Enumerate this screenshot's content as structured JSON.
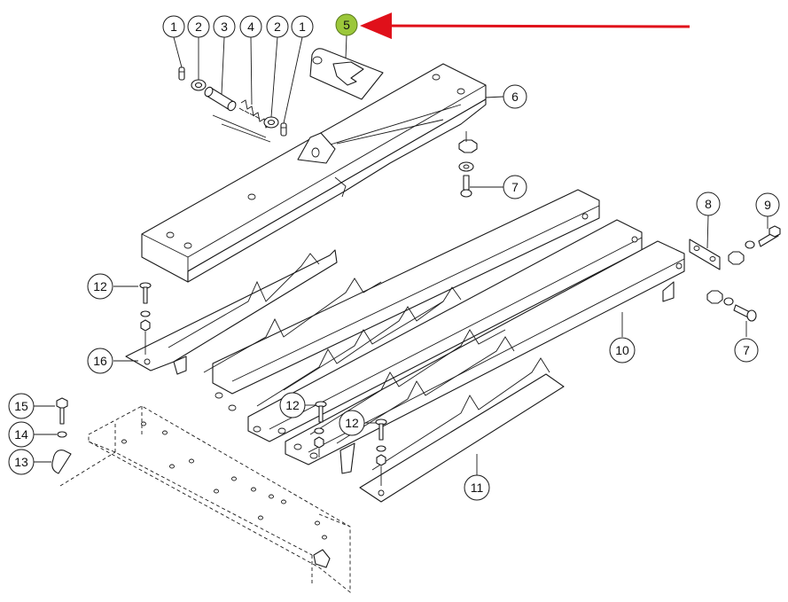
{
  "callouts": {
    "c1a": "1",
    "c2a": "2",
    "c3": "3",
    "c4": "4",
    "c2b": "2",
    "c1b": "1",
    "c5": "5",
    "c6": "6",
    "c7a": "7",
    "c8": "8",
    "c9": "9",
    "c7b": "7",
    "c10": "10",
    "c11": "11",
    "c12a": "12",
    "c12b": "12",
    "c12c": "12",
    "c13": "13",
    "c14": "14",
    "c15": "15",
    "c16": "16"
  },
  "highlight": {
    "part": "5",
    "color": "#9bc73a",
    "arrow_color": "#e0101a"
  }
}
